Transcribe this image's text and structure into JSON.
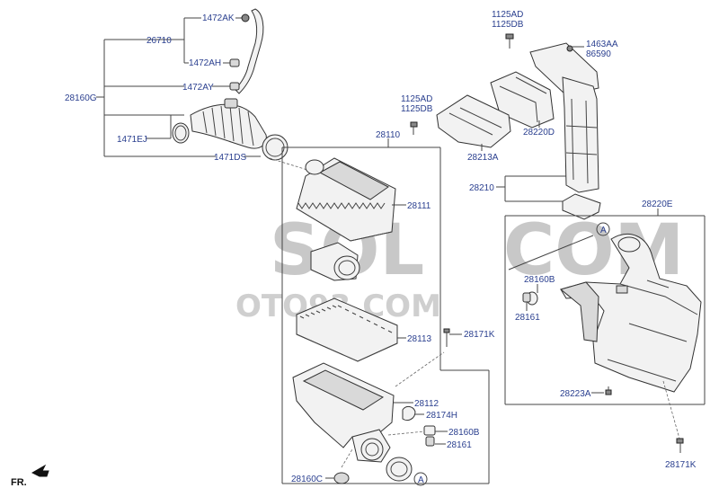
{
  "watermark": {
    "left": "SOL",
    "right": "COM",
    "site": "OTO93.COM"
  },
  "labels": {
    "p1472AK": "1472AK",
    "p26710": "26710",
    "p1472AH": "1472AH",
    "p28160G": "28160G",
    "p1472AY": "1472AY",
    "p1471EJ": "1471EJ",
    "p1471DS": "1471DS",
    "p1125AD_a": "1125AD",
    "p1125DB_a": "1125DB",
    "p1463AA": "1463AA",
    "p86590": "86590",
    "p1125AD_b": "1125AD",
    "p1125DB_b": "1125DB",
    "p28220D": "28220D",
    "p28213A": "28213A",
    "p28210": "28210",
    "p28110": "28110",
    "p28111": "28111",
    "p28113": "28113",
    "p28171K_a": "28171K",
    "p28112": "28112",
    "p28174H": "28174H",
    "p28160B_a": "28160B",
    "p28161_a": "28161",
    "p28160C": "28160C",
    "p28220E": "28220E",
    "p28160B_b": "28160B",
    "p28161_b": "28161",
    "p28223A": "28223A",
    "p28171K_b": "28171K",
    "ref_a1": "A",
    "ref_a2": "A",
    "front": "FR."
  }
}
